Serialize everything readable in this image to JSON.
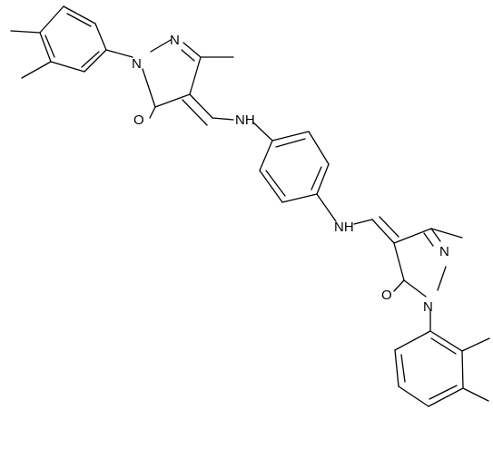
{
  "structure": {
    "atoms": [
      {
        "id": "N_a1",
        "symbol": "N",
        "x": 0.0,
        "y": 0.0
      },
      {
        "id": "N_a2",
        "symbol": "N",
        "x": 0.0,
        "y": 0.0
      },
      {
        "id": "O_a",
        "symbol": "O",
        "x": 0.0,
        "y": 0.0
      },
      {
        "id": "NH_a",
        "symbol": "NH",
        "x": 0.0,
        "y": 0.0
      },
      {
        "id": "NH_b",
        "symbol": "NH",
        "x": 0.0,
        "y": 0.0
      },
      {
        "id": "O_b",
        "symbol": "O",
        "x": 0.0,
        "y": 0.0
      },
      {
        "id": "N_b1",
        "symbol": "N",
        "x": 0.0,
        "y": 0.0
      },
      {
        "id": "N_b2",
        "symbol": "N",
        "x": 0.0,
        "y": 0.0
      }
    ]
  }
}
